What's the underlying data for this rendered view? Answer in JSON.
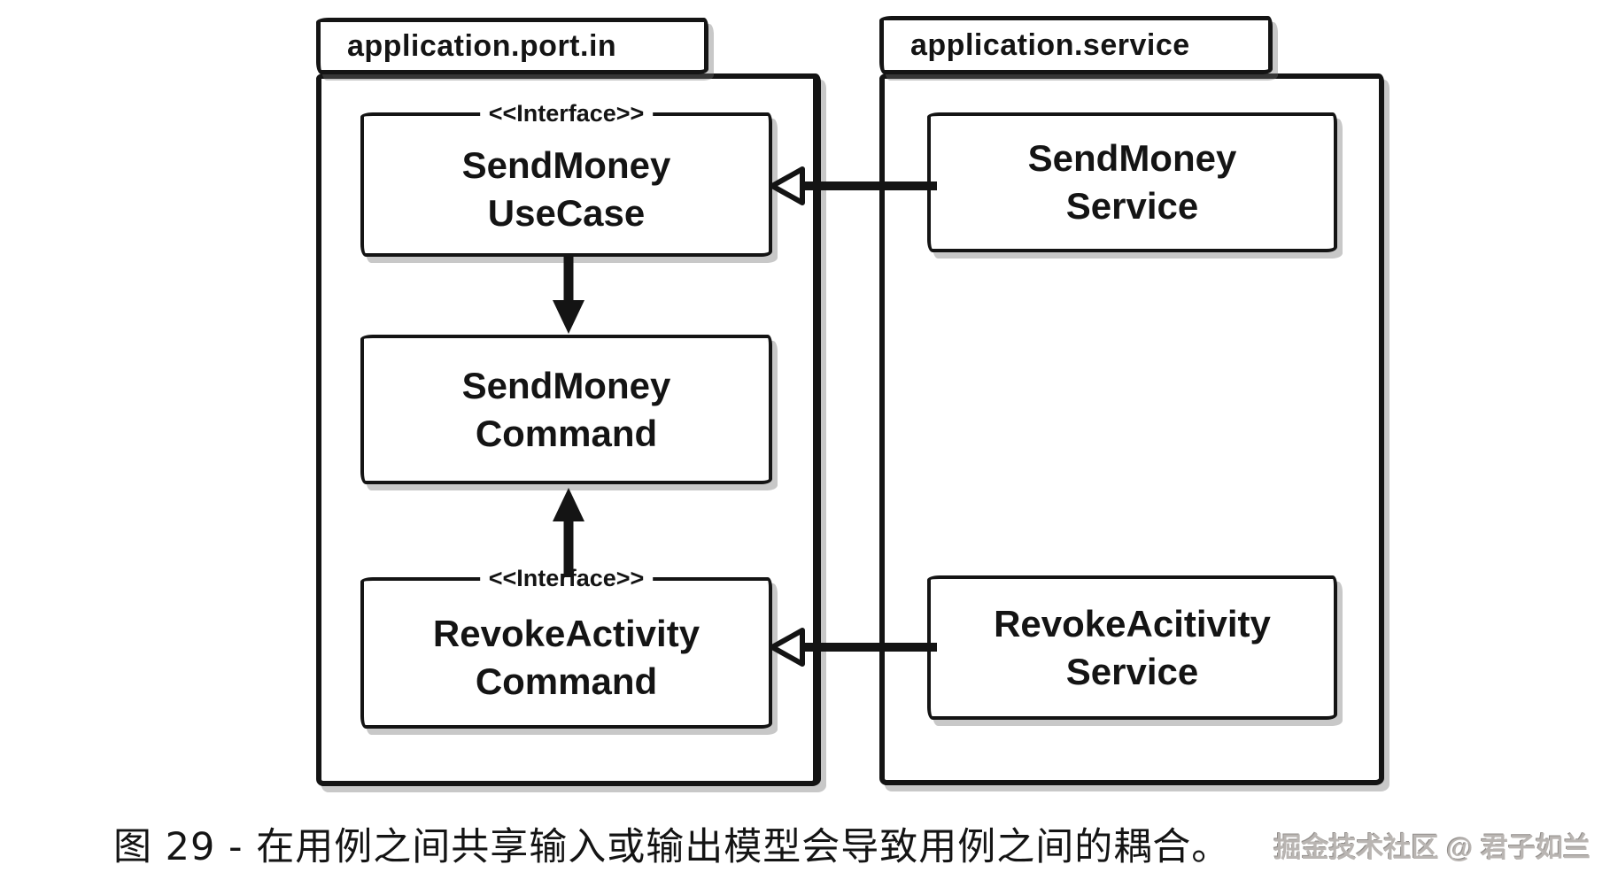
{
  "packages": [
    {
      "label": "application.port.in",
      "boxes": [
        {
          "stereotype": "<<Interface>>",
          "lines": [
            "SendMoney",
            "UseCase"
          ]
        },
        {
          "lines": [
            "SendMoney",
            "Command"
          ]
        },
        {
          "stereotype": "<<Interface>>",
          "lines": [
            "RevokeActivity",
            "Command"
          ]
        }
      ]
    },
    {
      "label": "application.service",
      "boxes": [
        {
          "lines": [
            "SendMoney",
            "Service"
          ]
        },
        {
          "lines": [
            "RevokeAcitivity",
            "Service"
          ]
        }
      ]
    }
  ],
  "arrows": [
    {
      "from": "SendMoney Service",
      "to": "SendMoney UseCase",
      "style": "open-head-left"
    },
    {
      "from": "SendMoney UseCase",
      "to": "SendMoney Command",
      "style": "solid-head-down"
    },
    {
      "from": "RevokeActivity Command",
      "to": "SendMoney Command",
      "style": "solid-head-up"
    },
    {
      "from": "RevokeAcitivity Service",
      "to": "RevokeActivity Command",
      "style": "open-head-left"
    }
  ],
  "caption": "图 29 - 在用例之间共享输入或输出模型会导致用例之间的耦合。",
  "watermark": "掘金技术社区 @ 君子如兰",
  "colors": {
    "line": "#141414",
    "background": "#ffffff",
    "shadow": "rgba(110,110,110,0.38)",
    "watermark_text": "#b9b5b2"
  }
}
